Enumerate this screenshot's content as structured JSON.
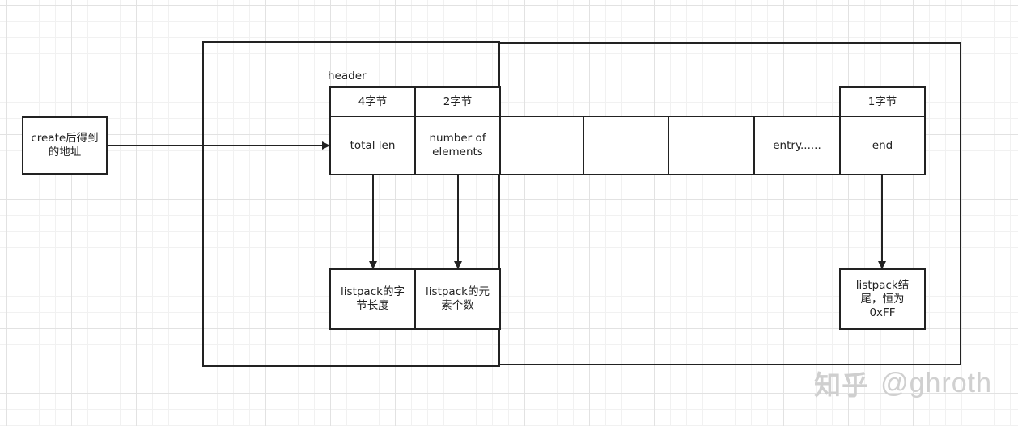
{
  "diagram": {
    "start_box": "create后得到\n的地址",
    "header_label": "header",
    "byte_labels": {
      "total_len_bytes": "4字节",
      "num_elements_bytes": "2字节",
      "end_bytes": "1字节"
    },
    "cells": {
      "total_len": "total len",
      "num_elements": "number of\nelements",
      "entry_1": "",
      "entry_2": "",
      "entry_3": "",
      "entry_more": "entry......",
      "end": "end"
    },
    "descriptions": {
      "total_len_desc": "listpack的字\n节长度",
      "num_elements_desc": "listpack的元\n素个数",
      "end_desc": "listpack结\n尾，恒为\n0xFF"
    }
  },
  "watermark": {
    "brand": "知乎",
    "handle": "@ghroth"
  },
  "colors": {
    "stroke": "#222222",
    "grid": "#e2e2e2",
    "watermark": "#d0d0d0"
  }
}
